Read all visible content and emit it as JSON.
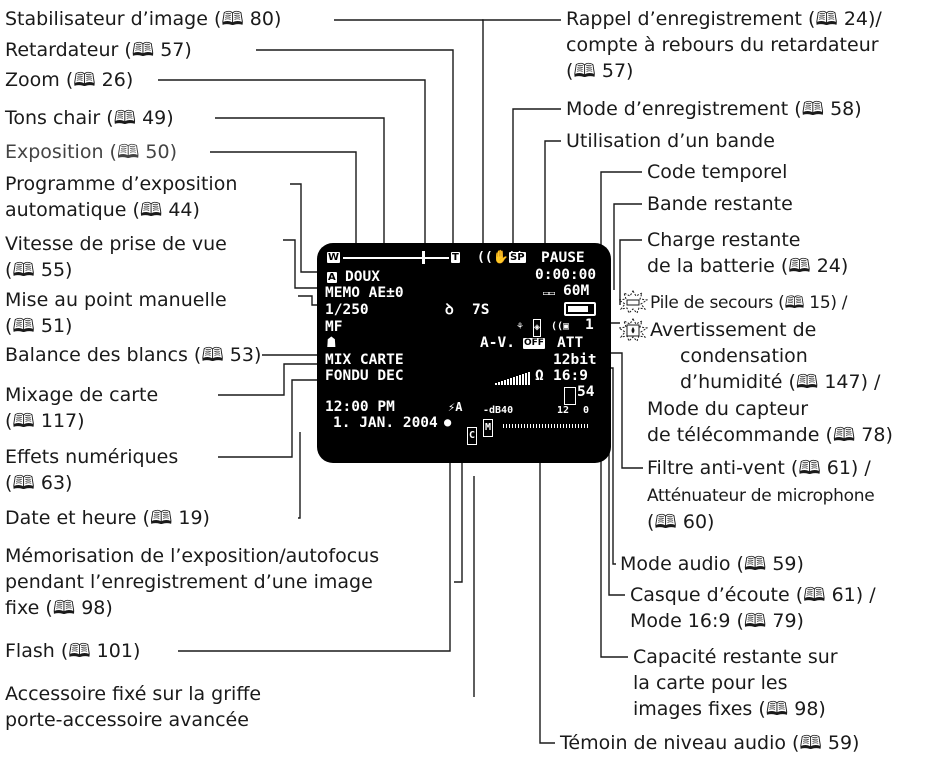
{
  "labels_left": [
    "Stabilisateur d’image (🕮 80)",
    "Retardateur (🕮 57)",
    "Zoom (🕮 26)",
    "Tons chair (🕮 49)",
    "Exposition (🕮 50)",
    "Programme d’exposition",
    "automatique (🕮 44)",
    "Vitesse de prise de vue",
    "(🕮 55)",
    "Mise au point manuelle",
    "(🕮 51)",
    "Balance des blancs (🕮 53)",
    "Mixage de carte",
    "(🕮 117)",
    "Effets numériques",
    "(🕮 63)",
    "Date et heure (🕮 19)",
    "Mémorisation de l’exposition/autofocus",
    "pendant l’enregistrement d’une image",
    "fixe (🕮 98)",
    "Flash (🕮 101)",
    "Accessoire fixé sur la griffe",
    "porte-accessoire avancée"
  ],
  "labels_right": [
    "Rappel d’enregistrement (🕮 24)/",
    "compte à rebours du retardateur",
    "(🕮 57)",
    "Mode d’enregistrement (🕮 58)",
    "Utilisation d’un bande",
    "Code temporel",
    "Bande restante",
    "Charge restante",
    "de la batterie (🕮 24)",
    "Pile de secours (🕮 15) /",
    "Avertissement de",
    "condensation",
    "d’humidité (🕮 147) /",
    "Mode du capteur",
    "de télécommande (🕮 78)",
    "Filtre anti-vent (🕮 61) /",
    "Atténuateur de microphone",
    "(🕮 60)",
    "Mode audio (🕮 59)",
    "Casque d’écoute (🕮 61) /",
    "Mode 16:9 (🕮 79)",
    "Capacité restante sur",
    "la carte pour les",
    "images fixes (🕮 98)",
    "Témoin de niveau audio (🕮 59)"
  ],
  "screen": {
    "zoom_w": "W",
    "zoom_t": "T",
    "program_tag": "A",
    "skin": "DOUX",
    "memo": "MEMO AE±0",
    "shutter": "1/250",
    "focus": "MF",
    "card_mix": "MIX CARTE",
    "effect": "FONDU DEC",
    "time": "12:00 PM",
    "date": "1. JAN. 2004",
    "timer": "7S",
    "rec_mode": "SP",
    "status": "PAUSE",
    "timecode": "0:00:00",
    "tape_remaining": "60M",
    "remote_mode": "1",
    "av_label": "A-V.",
    "off_tag": "OFF",
    "att": "ATT",
    "audio_mode": "12bit",
    "wide_mode": "16:9",
    "card_count": "54",
    "db_label": "-dB40",
    "db_12": "12",
    "db_0": "0",
    "flash_label": "⚡A"
  }
}
